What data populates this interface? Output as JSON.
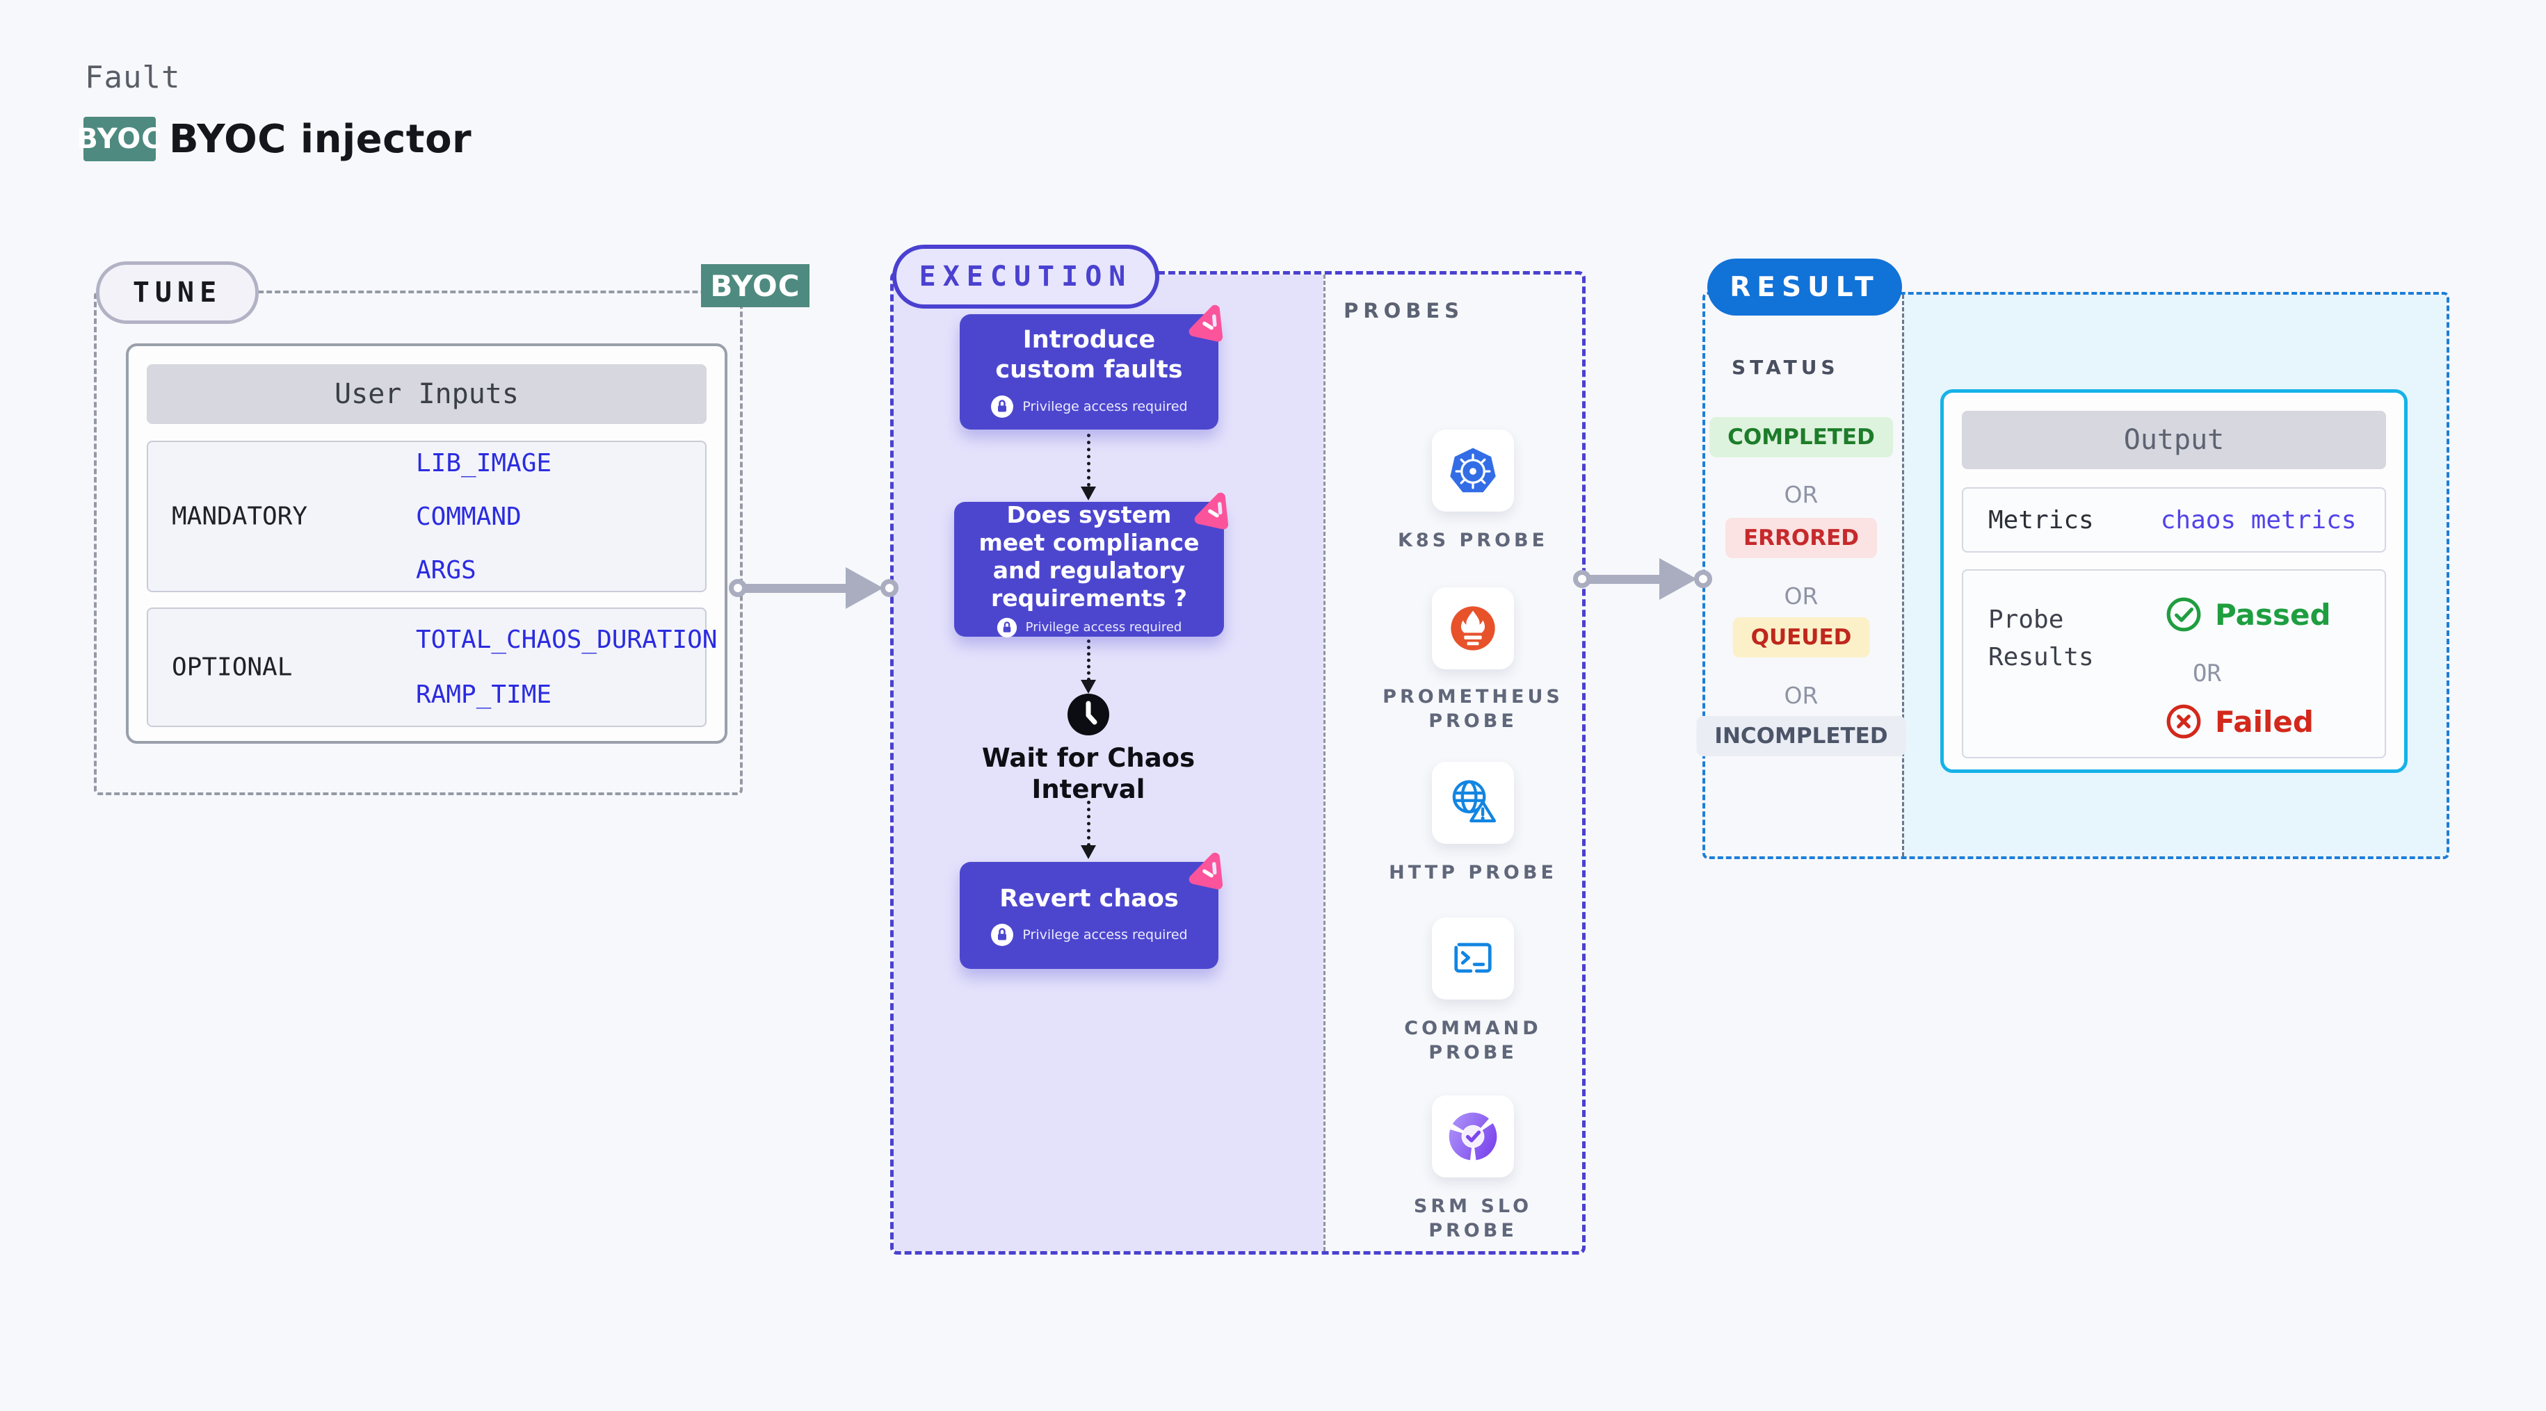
{
  "header": {
    "kicker": "Fault",
    "badge": "BYOC",
    "title": "BYOC injector"
  },
  "tune": {
    "label": "TUNE",
    "byoc_tag": "BYOC",
    "table": {
      "header": "User Inputs",
      "rows": [
        {
          "label": "MANDATORY",
          "values": [
            "LIB_IMAGE",
            "COMMAND",
            "ARGS"
          ]
        },
        {
          "label": "OPTIONAL",
          "values": [
            "TOTAL_CHAOS_DURATION",
            "RAMP_TIME"
          ]
        }
      ]
    }
  },
  "execution": {
    "label": "EXECUTION",
    "steps": [
      {
        "type": "card",
        "title": "Introduce custom faults",
        "privilege": "Privilege access required"
      },
      {
        "type": "card",
        "title": "Does system meet compliance and regulatory requirements ?",
        "privilege": "Privilege access required"
      },
      {
        "type": "wait",
        "title": "Wait for Chaos Interval"
      },
      {
        "type": "card",
        "title": "Revert chaos",
        "privilege": "Privilege access required"
      }
    ]
  },
  "probes": {
    "label": "PROBES",
    "items": [
      {
        "name": "K8S PROBE",
        "icon": "kubernetes-icon"
      },
      {
        "name": "PROMETHEUS PROBE",
        "icon": "prometheus-icon"
      },
      {
        "name": "HTTP PROBE",
        "icon": "http-globe-warning-icon"
      },
      {
        "name": "COMMAND PROBE",
        "icon": "terminal-icon"
      },
      {
        "name": "SRM SLO PROBE",
        "icon": "slo-donut-check-icon"
      }
    ]
  },
  "result": {
    "label": "RESULT",
    "status_label": "STATUS",
    "statuses": [
      {
        "text": "COMPLETED",
        "tone": "green"
      },
      {
        "text": "OR"
      },
      {
        "text": "ERRORED",
        "tone": "red"
      },
      {
        "text": "OR"
      },
      {
        "text": "QUEUED",
        "tone": "yellow"
      },
      {
        "text": "OR"
      },
      {
        "text": "INCOMPLETED",
        "tone": "gray"
      }
    ],
    "output": {
      "header": "Output",
      "metrics_label": "Metrics",
      "metrics_value": "chaos metrics",
      "probe_results_label": "Probe Results",
      "passed": "Passed",
      "or": "OR",
      "failed": "Failed"
    }
  },
  "colors": {
    "accent_indigo": "#4c46cf",
    "accent_teal": "#4e8a7f",
    "accent_blue": "#1172d8",
    "accent_cyan": "#16b2e8",
    "value_blue": "#2b2be0",
    "passed_green": "#1f9e40",
    "failed_red": "#d3281c",
    "pink": "#fb549b"
  }
}
